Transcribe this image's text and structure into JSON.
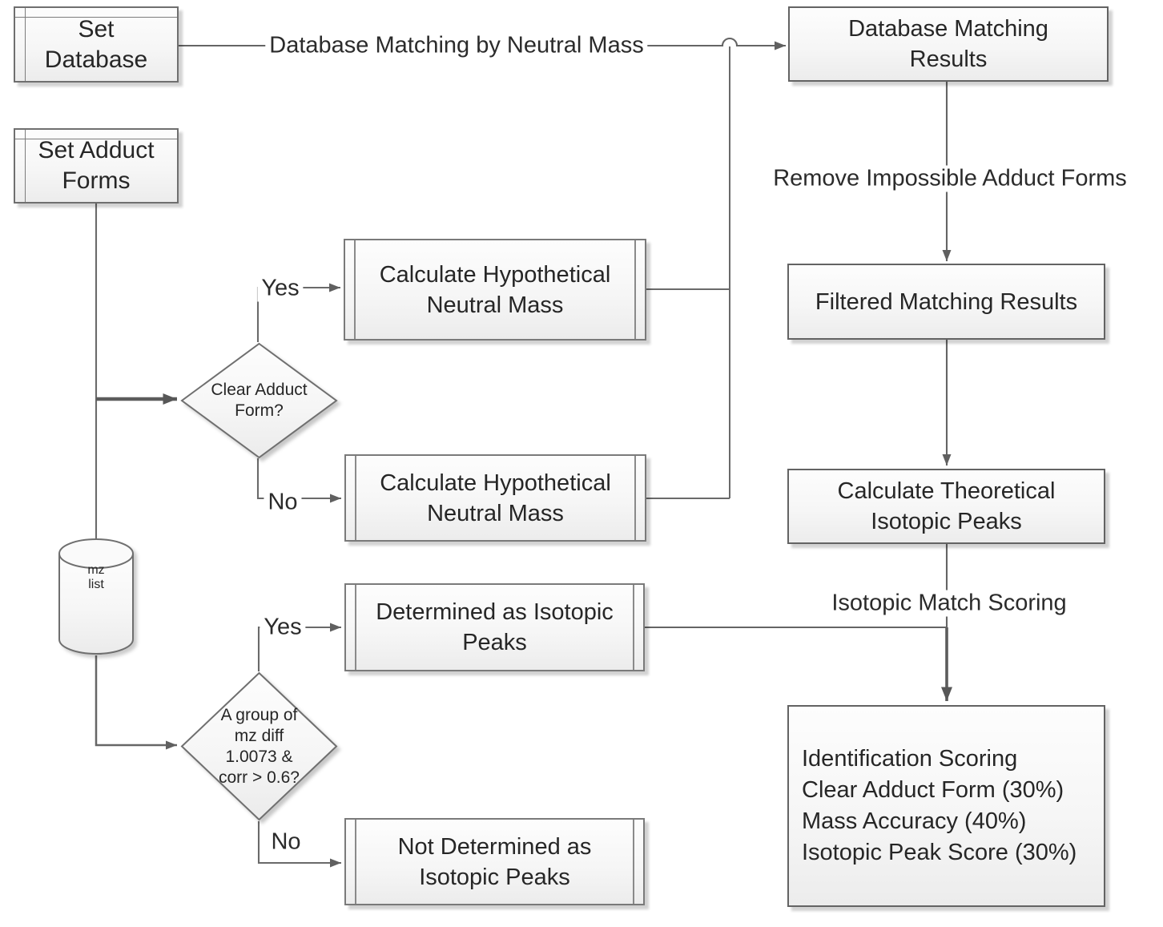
{
  "title": "Metabolite identification flowchart",
  "colors": {
    "background": "#ffffff",
    "shape_fill_top": "#fdfdfd",
    "shape_fill_bottom": "#ececec",
    "shape_border": "#6b6b6b",
    "connector_line": "#646464",
    "text": "#262626"
  },
  "nodes": {
    "set_database": {
      "label": "Set\nDatabase"
    },
    "set_adduct_forms": {
      "label": "Set Adduct\nForms"
    },
    "database_matching_results": {
      "label": "Database Matching\nResults"
    },
    "filtered_matching_results": {
      "label": "Filtered Matching Results"
    },
    "calculate_theoretical_isotopic_peaks": {
      "label": "Calculate Theoretical\nIsotopic Peaks"
    },
    "identification_scoring": {
      "label": "Identification Scoring\nClear Adduct Form (30%)\nMass Accuracy (40%)\nIsotopic Peak Score (30%)"
    },
    "calculate_hypothetical_yes": {
      "label": "Calculate Hypothetical\nNeutral Mass"
    },
    "calculate_hypothetical_no": {
      "label": "Calculate Hypothetical\nNeutral Mass"
    },
    "determined_isotopic": {
      "label": "Determined as Isotopic\nPeaks"
    },
    "not_determined_isotopic": {
      "label": "Not Determined as\nIsotopic Peaks"
    },
    "clear_adduct_decision": {
      "label": "Clear Adduct\nForm?"
    },
    "mz_group_decision": {
      "label": "A group of\nmz diff\n1.0073 &\ncorr > 0.6?"
    },
    "mz_list": {
      "label": "mz\nlist"
    }
  },
  "edge_labels": {
    "database_matching_by_neutral_mass": "Database Matching by Neutral Mass",
    "remove_impossible_adduct_forms": "Remove Impossible Adduct Forms",
    "isotopic_match_scoring": "Isotopic Match Scoring",
    "clear_adduct_yes": "Yes",
    "clear_adduct_no": "No",
    "mz_group_yes": "Yes",
    "mz_group_no": "No"
  }
}
